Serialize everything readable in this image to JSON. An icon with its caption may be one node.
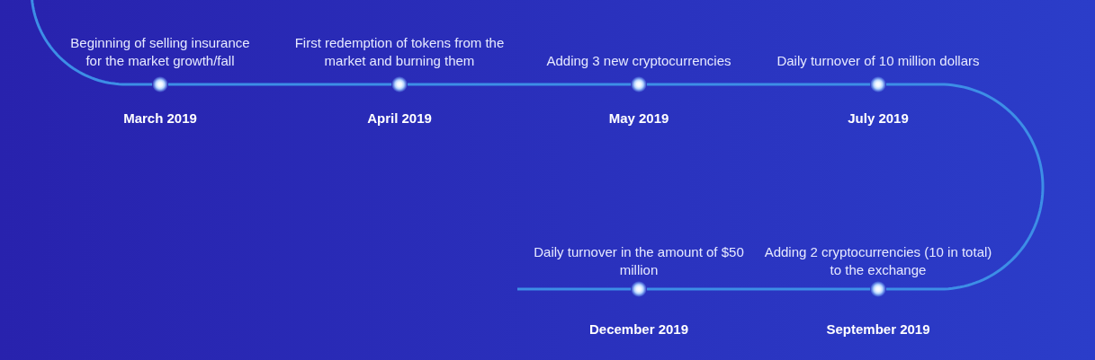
{
  "diagram": {
    "nodes": [
      {
        "text": [],
        "shape": "circle",
        "beside": [
          "Beginning of selling insurance for the market growth/fall",
          "March 2019"
        ]
      },
      {
        "text": [],
        "shape": "circle",
        "beside": [
          "First redemption of tokens from the market and burning them",
          "April 2019"
        ]
      },
      {
        "text": [],
        "shape": "circle",
        "beside": [
          "Adding 3 new cryptocurrencies",
          "May 2019"
        ]
      },
      {
        "text": [],
        "shape": "circle",
        "beside": [
          "Daily turnover of 10 million dollars",
          "July 2019"
        ]
      },
      {
        "text": [],
        "shape": "circle",
        "beside": [
          "Daily turnover in the amount of $50 million",
          "December 2019"
        ]
      },
      {
        "text": [],
        "shape": "circle",
        "beside": [
          "Adding 2 cryptocurrencies (10 in total) to the exchange",
          "September 2019"
        ]
      }
    ],
    "edges": [
      {
        "from": null,
        "to": 0,
        "arrow": "none"
      },
      {
        "from": 0,
        "to": 1,
        "arrow": "none"
      },
      {
        "from": 1,
        "to": 2,
        "arrow": "none"
      },
      {
        "from": 2,
        "to": 3,
        "arrow": "none"
      },
      {
        "from": 3,
        "to": 5,
        "arrow": "none"
      },
      {
        "from": 5,
        "to": 4,
        "arrow": "none"
      },
      {
        "from": 4,
        "to": null,
        "arrow": "none"
      }
    ]
  }
}
